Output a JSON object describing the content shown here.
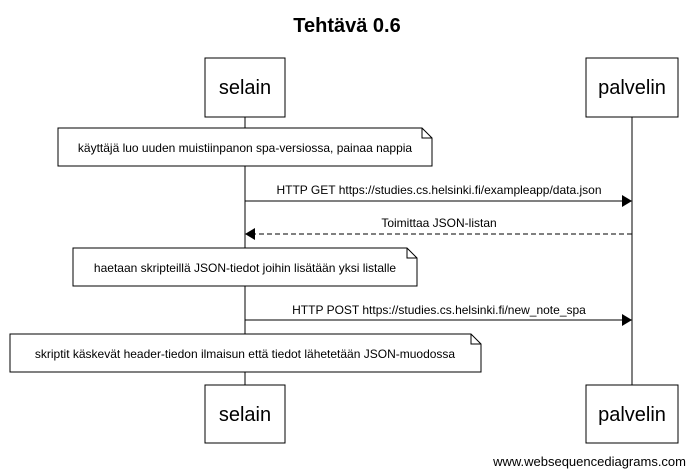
{
  "title": "Tehtävä 0.6",
  "participants": {
    "client": "selain",
    "server": "palvelin"
  },
  "steps": [
    {
      "kind": "note",
      "text": "käyttäjä luo uuden muistiinpanon spa-versiossa, painaa nappia"
    },
    {
      "kind": "message",
      "from": "client",
      "to": "server",
      "style": "solid",
      "text": "HTTP GET https://studies.cs.helsinki.fi/exampleapp/data.json"
    },
    {
      "kind": "message",
      "from": "server",
      "to": "client",
      "style": "dashed",
      "text": "Toimittaa JSON-listan"
    },
    {
      "kind": "note",
      "text": "haetaan skripteillä JSON-tiedot joihin lisätään yksi listalle"
    },
    {
      "kind": "message",
      "from": "client",
      "to": "server",
      "style": "solid",
      "text": "HTTP POST https://studies.cs.helsinki.fi/new_note_spa"
    },
    {
      "kind": "note",
      "text": "skriptit käskevät header-tiedon ilmaisun että tiedot lähetetään JSON-muodossa"
    }
  ],
  "watermark": "www.websequencediagrams.com"
}
